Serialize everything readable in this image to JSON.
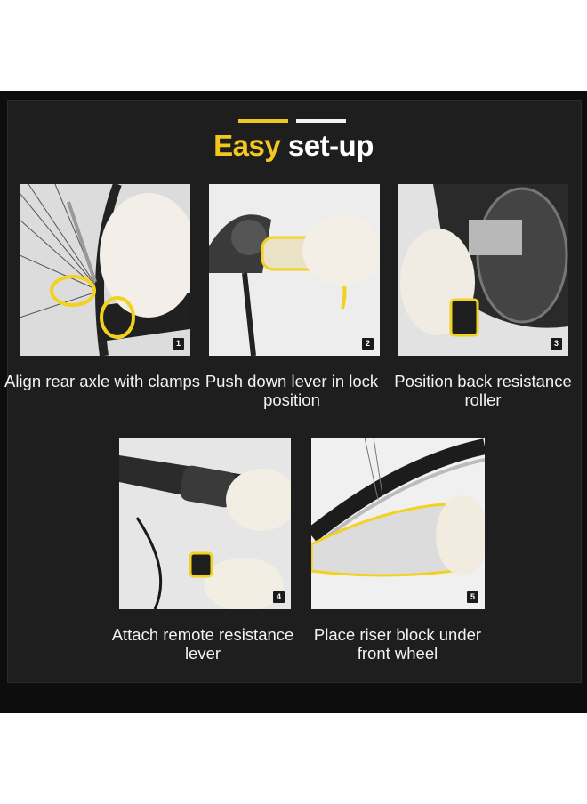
{
  "header": {
    "title_accent": "Easy",
    "title_rest": " set-up",
    "accent_color": "#f2c81e"
  },
  "steps": [
    {
      "number": "1",
      "caption": "Align rear axle with clamps",
      "icon": "rear-axle-photo"
    },
    {
      "number": "2",
      "caption": "Push down lever in lock position",
      "icon": "lock-lever-photo"
    },
    {
      "number": "3",
      "caption": "Position back resistance roller",
      "icon": "resistance-roller-photo"
    },
    {
      "number": "4",
      "caption": "Attach remote resistance lever",
      "icon": "remote-lever-photo"
    },
    {
      "number": "5",
      "caption": "Place riser block under front wheel",
      "icon": "riser-block-photo"
    }
  ]
}
